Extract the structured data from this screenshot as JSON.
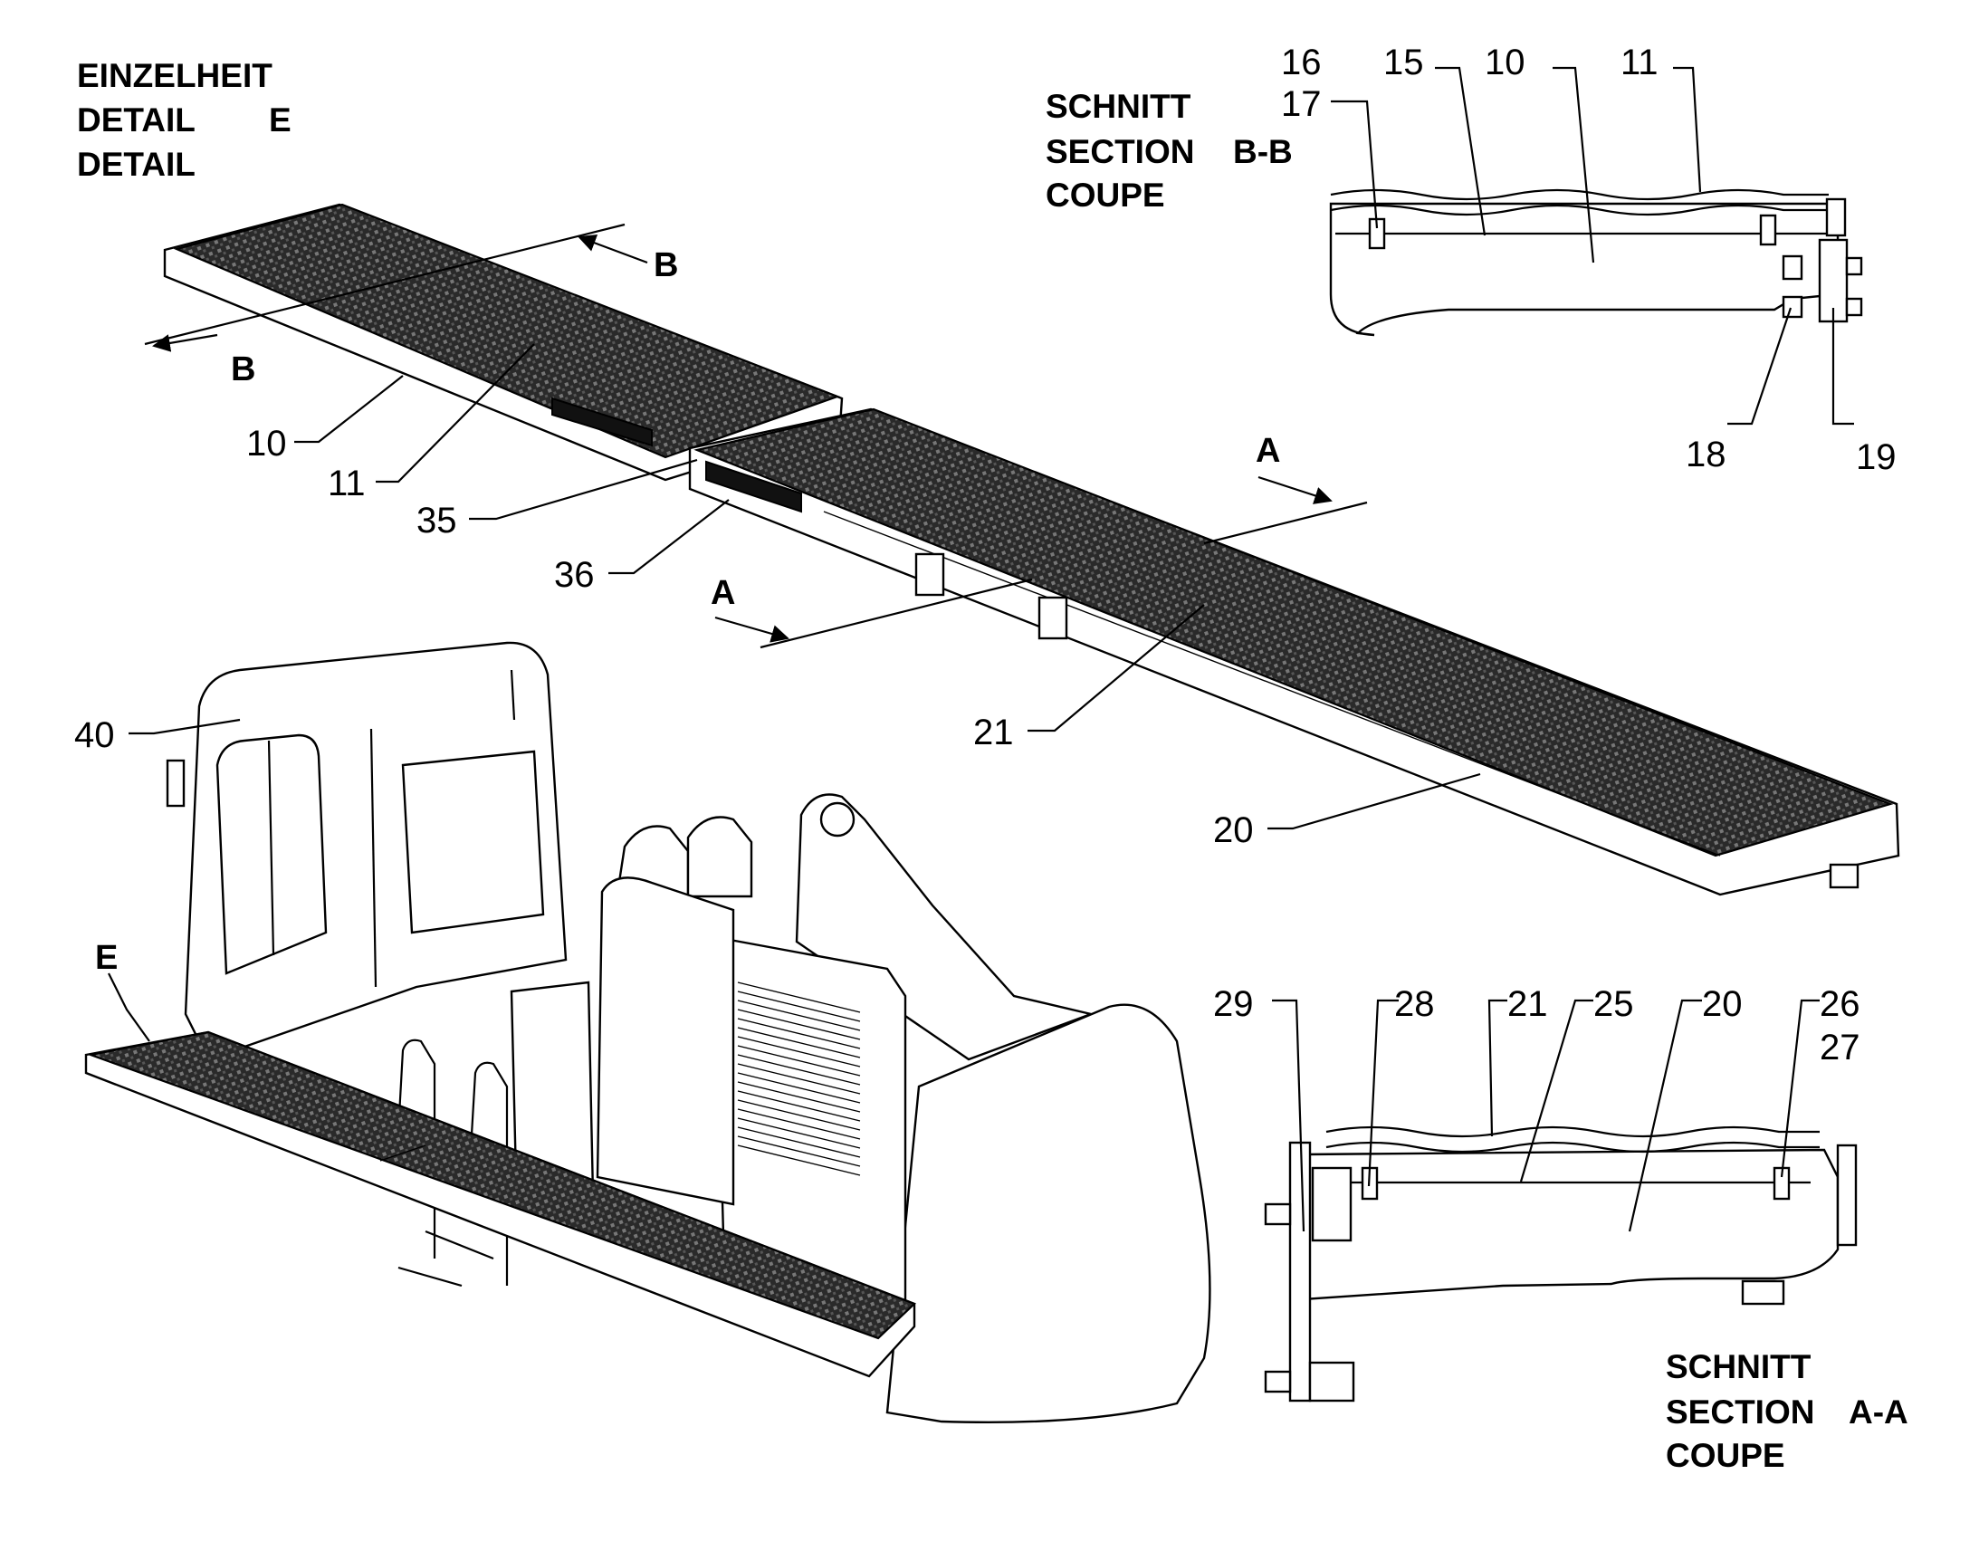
{
  "colors": {
    "line": "#000000",
    "background": "#ffffff",
    "grate": "#1a1a1a"
  },
  "titles": {
    "detail_e": [
      "EINZELHEIT",
      "DETAIL",
      "E",
      "DETAIL"
    ],
    "section_bb": [
      "SCHNITT",
      "SECTION",
      "B-B",
      "COUPE"
    ],
    "section_aa": [
      "SCHNITT",
      "SECTION",
      "A-A",
      "COUPE"
    ]
  },
  "view_markers": {
    "b": "B",
    "a": "A",
    "e": "E"
  },
  "callouts": {
    "c10": "10",
    "c11": "11",
    "c35": "35",
    "c36": "36",
    "c21": "21",
    "c20": "20",
    "c40": "40",
    "bb_16": "16",
    "bb_17": "17",
    "bb_15": "15",
    "bb_10": "10",
    "bb_11": "11",
    "bb_18": "18",
    "bb_19": "19",
    "aa_29": "29",
    "aa_28": "28",
    "aa_21": "21",
    "aa_25": "25",
    "aa_20": "20",
    "aa_26": "26",
    "aa_27": "27"
  }
}
